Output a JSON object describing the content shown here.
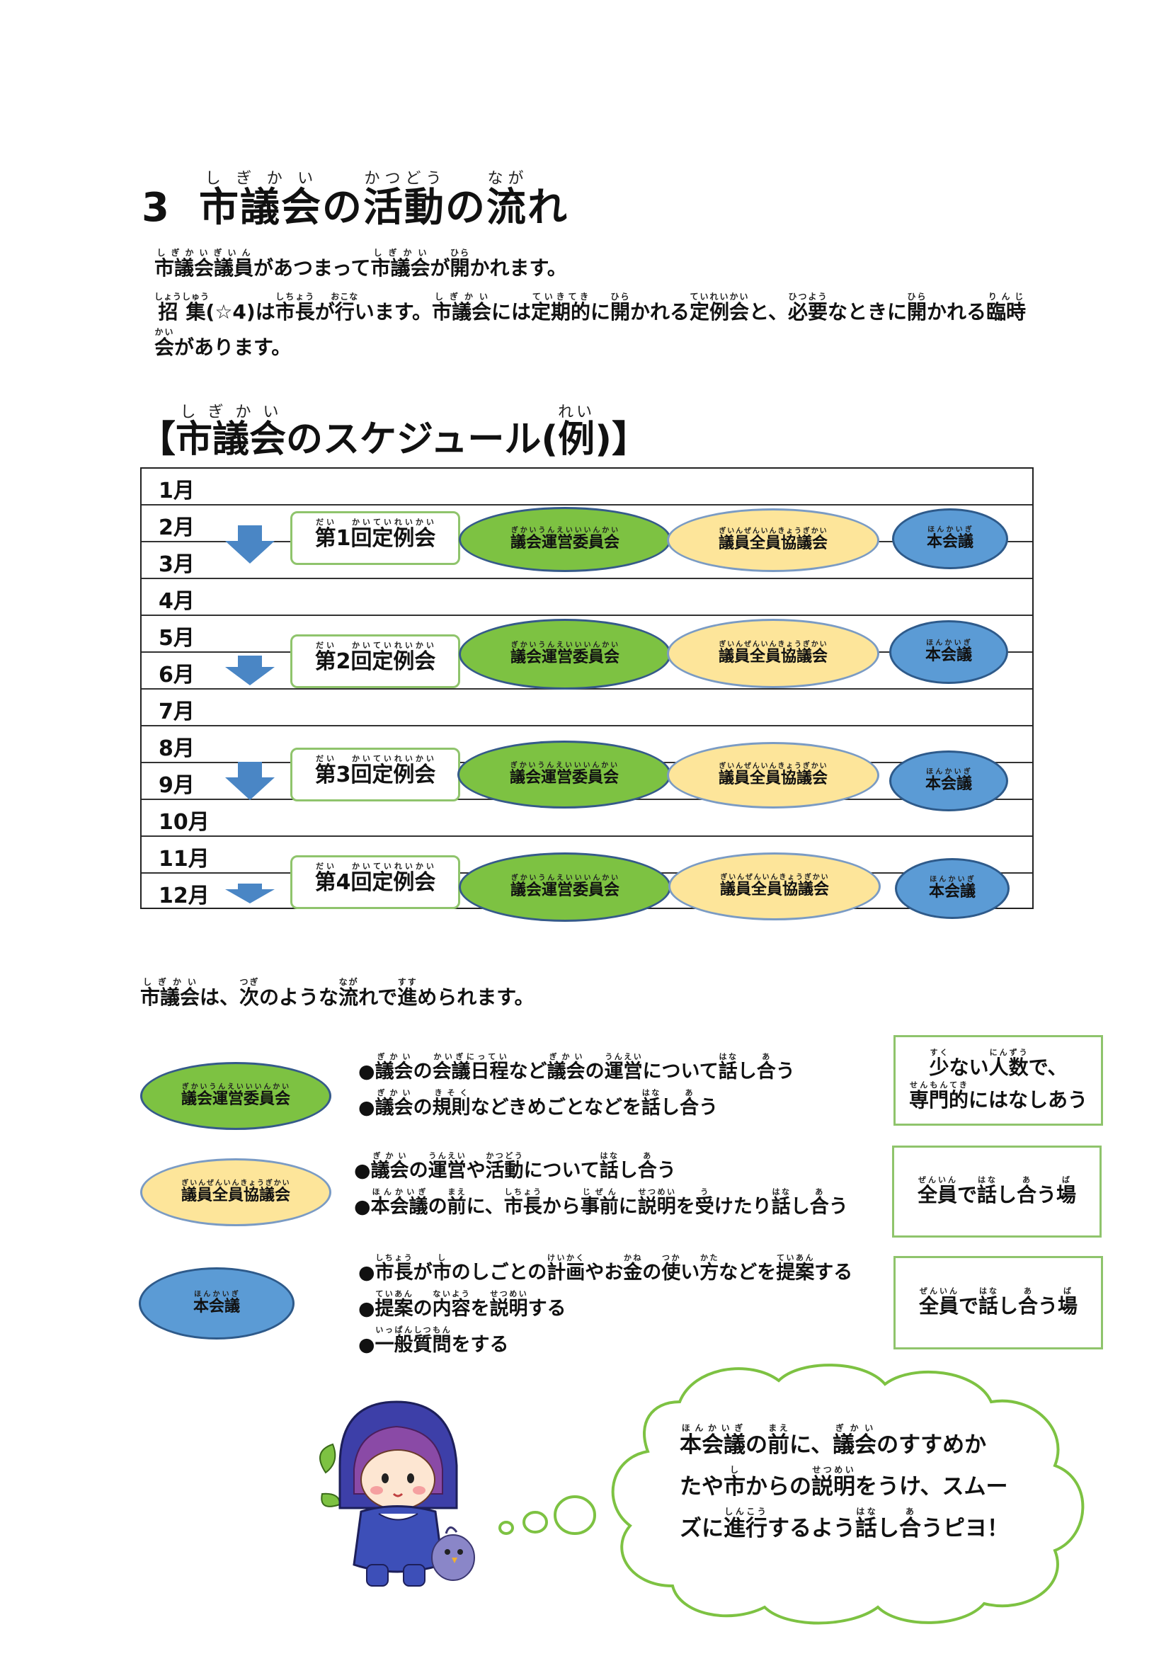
{
  "title": {
    "number": "3",
    "text_parts": [
      {
        "t": "市議会",
        "r": "しぎかい"
      },
      {
        "t": "の"
      },
      {
        "t": "活動",
        "r": "かつどう"
      },
      {
        "t": "の"
      },
      {
        "t": "流",
        "r": "なが"
      },
      {
        "t": "れ"
      }
    ]
  },
  "intro": {
    "line1": [
      {
        "t": "市議会議員",
        "r": "しぎかいぎいん"
      },
      {
        "t": "があつまって"
      },
      {
        "t": "市議会",
        "r": "しぎかい"
      },
      {
        "t": "が"
      },
      {
        "t": "開",
        "r": "ひら"
      },
      {
        "t": "かれます。"
      }
    ],
    "line2": [
      {
        "t": "招集",
        "r": "しょうしゅう"
      },
      {
        "t": "(☆4)は"
      },
      {
        "t": "市長",
        "r": "しちょう"
      },
      {
        "t": "が"
      },
      {
        "t": "行",
        "r": "おこな"
      },
      {
        "t": "います。"
      },
      {
        "t": "市議会",
        "r": "しぎかい"
      },
      {
        "t": "には"
      },
      {
        "t": "定期的",
        "r": "ていきてき"
      },
      {
        "t": "に"
      },
      {
        "t": "開",
        "r": "ひら"
      },
      {
        "t": "かれる"
      },
      {
        "t": "定例会",
        "r": "ていれいかい"
      },
      {
        "t": "と、"
      },
      {
        "t": "必要",
        "r": "ひつよう"
      },
      {
        "t": "なときに"
      },
      {
        "t": "開",
        "r": "ひら"
      },
      {
        "t": "かれる"
      },
      {
        "t": "臨時",
        "r": "りんじ"
      }
    ],
    "line3": [
      {
        "t": "会",
        "r": "かい"
      },
      {
        "t": "があります。"
      }
    ]
  },
  "schedule_title": [
    {
      "t": "【"
    },
    {
      "t": "市議会",
      "r": "しぎかい"
    },
    {
      "t": "のスケジュール("
    },
    {
      "t": "例",
      "r": "れい"
    },
    {
      "t": ")】"
    }
  ],
  "months": [
    "1月",
    "2月",
    "3月",
    "4月",
    "5月",
    "6月",
    "7月",
    "8月",
    "9月",
    "10月",
    "11月",
    "12月"
  ],
  "sessions": [
    {
      "prefix": "第",
      "prefix_r": "だい",
      "n": "1",
      "kai": "回",
      "kai_r": "かい",
      "tei": "定例会",
      "tei_r": "ていれいかい"
    },
    {
      "prefix": "第",
      "prefix_r": "だい",
      "n": "2",
      "kai": "回",
      "kai_r": "かい",
      "tei": "定例会",
      "tei_r": "ていれいかい"
    },
    {
      "prefix": "第",
      "prefix_r": "だい",
      "n": "3",
      "kai": "回",
      "kai_r": "かい",
      "tei": "定例会",
      "tei_r": "ていれいかい"
    },
    {
      "prefix": "第",
      "prefix_r": "だい",
      "n": "4",
      "kai": "回",
      "kai_r": "かい",
      "tei": "定例会",
      "tei_r": "ていれいかい"
    }
  ],
  "meetings": {
    "steering": {
      "t": "議会運営委員会",
      "r": "ぎかいうんえいいいんかい"
    },
    "all_members": {
      "t": "議員全員協議会",
      "r": "ぎいんぜんいんきょうぎかい"
    },
    "plenary": {
      "t": "本会議",
      "r": "ほんかいぎ"
    }
  },
  "flow_intro": [
    {
      "t": "市議会",
      "r": "しぎかい"
    },
    {
      "t": "は、"
    },
    {
      "t": "次",
      "r": "つぎ"
    },
    {
      "t": "のような"
    },
    {
      "t": "流",
      "r": "なが"
    },
    {
      "t": "れで"
    },
    {
      "t": "進",
      "r": "すす"
    },
    {
      "t": "められます。"
    }
  ],
  "flow": [
    {
      "bullets": [
        [
          {
            "t": "●"
          },
          {
            "t": "議会",
            "r": "ぎかい"
          },
          {
            "t": "の"
          },
          {
            "t": "会議日程",
            "r": "かいぎにってい"
          },
          {
            "t": "など"
          },
          {
            "t": "議会",
            "r": "ぎかい"
          },
          {
            "t": "の"
          },
          {
            "t": "運営",
            "r": "うんえい"
          },
          {
            "t": "について"
          },
          {
            "t": "話",
            "r": "はな"
          },
          {
            "t": "し"
          },
          {
            "t": "合",
            "r": "あ"
          },
          {
            "t": "う"
          }
        ],
        [
          {
            "t": "●"
          },
          {
            "t": "議会",
            "r": "ぎかい"
          },
          {
            "t": "の"
          },
          {
            "t": "規則",
            "r": "きそく"
          },
          {
            "t": "などきめごとなどを"
          },
          {
            "t": "話",
            "r": "はな"
          },
          {
            "t": "し"
          },
          {
            "t": "合",
            "r": "あ"
          },
          {
            "t": "う"
          }
        ]
      ],
      "side": [
        [
          {
            "t": "少",
            "r": "すく"
          },
          {
            "t": "ない"
          },
          {
            "t": "人数",
            "r": "にんずう"
          },
          {
            "t": "で、"
          }
        ],
        [
          {
            "t": "専門的",
            "r": "せんもんてき"
          },
          {
            "t": "にはなしあう"
          }
        ]
      ]
    },
    {
      "bullets": [
        [
          {
            "t": "●"
          },
          {
            "t": "議会",
            "r": "ぎかい"
          },
          {
            "t": "の"
          },
          {
            "t": "運営",
            "r": "うんえい"
          },
          {
            "t": "や"
          },
          {
            "t": "活動",
            "r": "かつどう"
          },
          {
            "t": "について"
          },
          {
            "t": "話",
            "r": "はな"
          },
          {
            "t": "し"
          },
          {
            "t": "合",
            "r": "あ"
          },
          {
            "t": "う"
          }
        ],
        [
          {
            "t": "●"
          },
          {
            "t": "本会議",
            "r": "ほんかいぎ"
          },
          {
            "t": "の"
          },
          {
            "t": "前",
            "r": "まえ"
          },
          {
            "t": "に、"
          },
          {
            "t": "市長",
            "r": "しちょう"
          },
          {
            "t": "から"
          },
          {
            "t": "事前",
            "r": "じぜん"
          },
          {
            "t": "に"
          },
          {
            "t": "説明",
            "r": "せつめい"
          },
          {
            "t": "を"
          },
          {
            "t": "受",
            "r": "う"
          },
          {
            "t": "けたり"
          },
          {
            "t": "話",
            "r": "はな"
          },
          {
            "t": "し"
          },
          {
            "t": "合",
            "r": "あ"
          },
          {
            "t": "う"
          }
        ]
      ],
      "side": [
        [
          {
            "t": "全員",
            "r": "ぜんいん"
          },
          {
            "t": "で"
          },
          {
            "t": "話",
            "r": "はな"
          },
          {
            "t": "し"
          },
          {
            "t": "合",
            "r": "あ"
          },
          {
            "t": "う"
          },
          {
            "t": "場",
            "r": "ば"
          }
        ]
      ]
    },
    {
      "bullets": [
        [
          {
            "t": "●"
          },
          {
            "t": "市長",
            "r": "しちょう"
          },
          {
            "t": "が"
          },
          {
            "t": "市",
            "r": "し"
          },
          {
            "t": "のしごとの"
          },
          {
            "t": "計画",
            "r": "けいかく"
          },
          {
            "t": "やお"
          },
          {
            "t": "金",
            "r": "かね"
          },
          {
            "t": "の"
          },
          {
            "t": "使",
            "r": "つか"
          },
          {
            "t": "い"
          },
          {
            "t": "方",
            "r": "かた"
          },
          {
            "t": "などを"
          },
          {
            "t": "提案",
            "r": "ていあん"
          },
          {
            "t": "する"
          }
        ],
        [
          {
            "t": "●"
          },
          {
            "t": "提案",
            "r": "ていあん"
          },
          {
            "t": "の"
          },
          {
            "t": "内容",
            "r": "ないよう"
          },
          {
            "t": "を"
          },
          {
            "t": "説明",
            "r": "せつめい"
          },
          {
            "t": "する"
          }
        ],
        [
          {
            "t": "●"
          },
          {
            "t": "一般質問",
            "r": "いっぱんしつもん"
          },
          {
            "t": "をする"
          }
        ]
      ],
      "side": [
        [
          {
            "t": "全員",
            "r": "ぜんいん"
          },
          {
            "t": "で"
          },
          {
            "t": "話",
            "r": "はな"
          },
          {
            "t": "し"
          },
          {
            "t": "合",
            "r": "あ"
          },
          {
            "t": "う"
          },
          {
            "t": "場",
            "r": "ば"
          }
        ]
      ]
    }
  ],
  "bubble": [
    [
      {
        "t": "本会議",
        "r": "ほんかいぎ"
      },
      {
        "t": "の"
      },
      {
        "t": "前",
        "r": "まえ"
      },
      {
        "t": "に、"
      },
      {
        "t": "議会",
        "r": "ぎかい"
      },
      {
        "t": "のすすめか"
      }
    ],
    [
      {
        "t": "たや"
      },
      {
        "t": "市",
        "r": "し"
      },
      {
        "t": "からの"
      },
      {
        "t": "説明",
        "r": "せつめい"
      },
      {
        "t": "をうけ、スムー"
      }
    ],
    [
      {
        "t": "ズに"
      },
      {
        "t": "進行",
        "r": "しんこう"
      },
      {
        "t": "するよう"
      },
      {
        "t": "話",
        "r": "はな"
      },
      {
        "t": "し"
      },
      {
        "t": "合",
        "r": "あ"
      },
      {
        "t": "うピヨ！"
      }
    ]
  ],
  "colors": {
    "green": "#7dc242",
    "yellow": "#fde59a",
    "blue": "#5b9bd5",
    "box_border": "#8fc46c",
    "arrow": "#4a86c5"
  }
}
